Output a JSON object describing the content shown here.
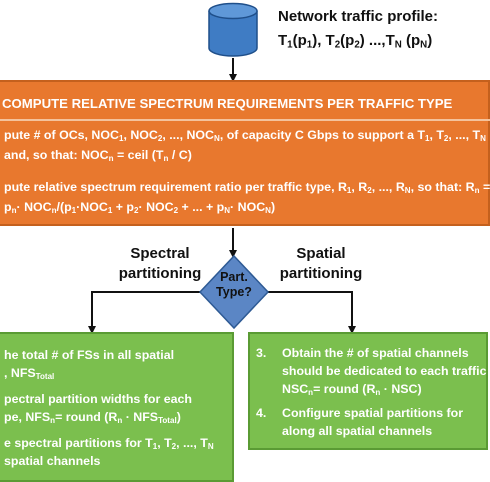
{
  "profile": {
    "title": "Network traffic profile:",
    "list": "T1(p1), T2(p2) ...,TN (pN)"
  },
  "compute": {
    "title": "COMPUTE RELATIVE SPECTRUM REQUIREMENTS PER TRAFFIC TYPE",
    "step1_line1": "pute # of OCs, NOC1, NOC2, ..., NOCN, of capacity C Gbps to support a T1, T2, ..., TN",
    "step1_line2": "and, so that: NOCn = ceil (Tn / C)",
    "step2_line1": "pute relative spectrum requirement ratio per traffic type, R1, R2, ..., RN, so that: Rn =",
    "step2_line2": "pn· NOCn/(p1·NOC1 + p2· NOC2 + ... + pN· NOCN)"
  },
  "branches": {
    "left_label_1": "Spectral",
    "left_label_2": "partitioning",
    "right_label_1": "Spatial",
    "right_label_2": "partitioning"
  },
  "decision": {
    "line1": "Part.",
    "line2": "Type?"
  },
  "left_box": {
    "l1": "he total # of FSs in all spatial",
    "l2": ", NFSTotal",
    "l3": "pectral partition widths for each",
    "l4": "pe, NFSn= round (Rn · NFSTotal)",
    "l5": "e spectral partitions for T1, T2, ..., TN",
    "l6": "spatial channels"
  },
  "right_box": {
    "n3": "3.",
    "l1": "Obtain the # of spatial channels",
    "l2": "should be dedicated to each traffic",
    "l3": "NSCn= round (Rn · NSC)",
    "n4": "4.",
    "l4": "Configure spatial partitions for",
    "l5": "along all spatial channels"
  },
  "colors": {
    "orange": "#e8782e",
    "green": "#7bbf4e",
    "diamond": "#5b86c5",
    "database": "#3f7cc4"
  },
  "icons": [
    "database-icon",
    "arrow-down-icon",
    "decision-diamond"
  ]
}
